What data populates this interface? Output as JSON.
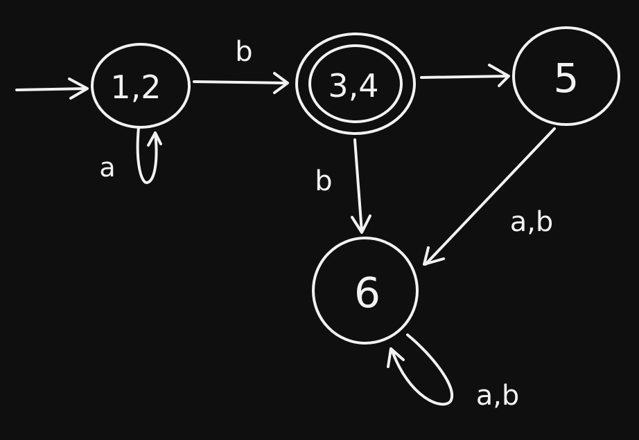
{
  "diagram": {
    "type": "DFA",
    "states": [
      {
        "id": "s12",
        "label": "1,2",
        "start": true,
        "accepting": false
      },
      {
        "id": "s34",
        "label": "3,4",
        "start": false,
        "accepting": true
      },
      {
        "id": "s5",
        "label": "5",
        "start": false,
        "accepting": false
      },
      {
        "id": "s6",
        "label": "6",
        "start": false,
        "accepting": false
      }
    ],
    "transitions": [
      {
        "from": "s12",
        "to": "s12",
        "label": "a"
      },
      {
        "from": "s12",
        "to": "s34",
        "label": "b"
      },
      {
        "from": "s34",
        "to": "s5",
        "label": ""
      },
      {
        "from": "s34",
        "to": "s6",
        "label": "b"
      },
      {
        "from": "s5",
        "to": "s6",
        "label": "a,b"
      },
      {
        "from": "s6",
        "to": "s6",
        "label": "a,b"
      }
    ]
  },
  "colors": {
    "background": "#0f0f0f",
    "ink": "#f2f2f2"
  }
}
